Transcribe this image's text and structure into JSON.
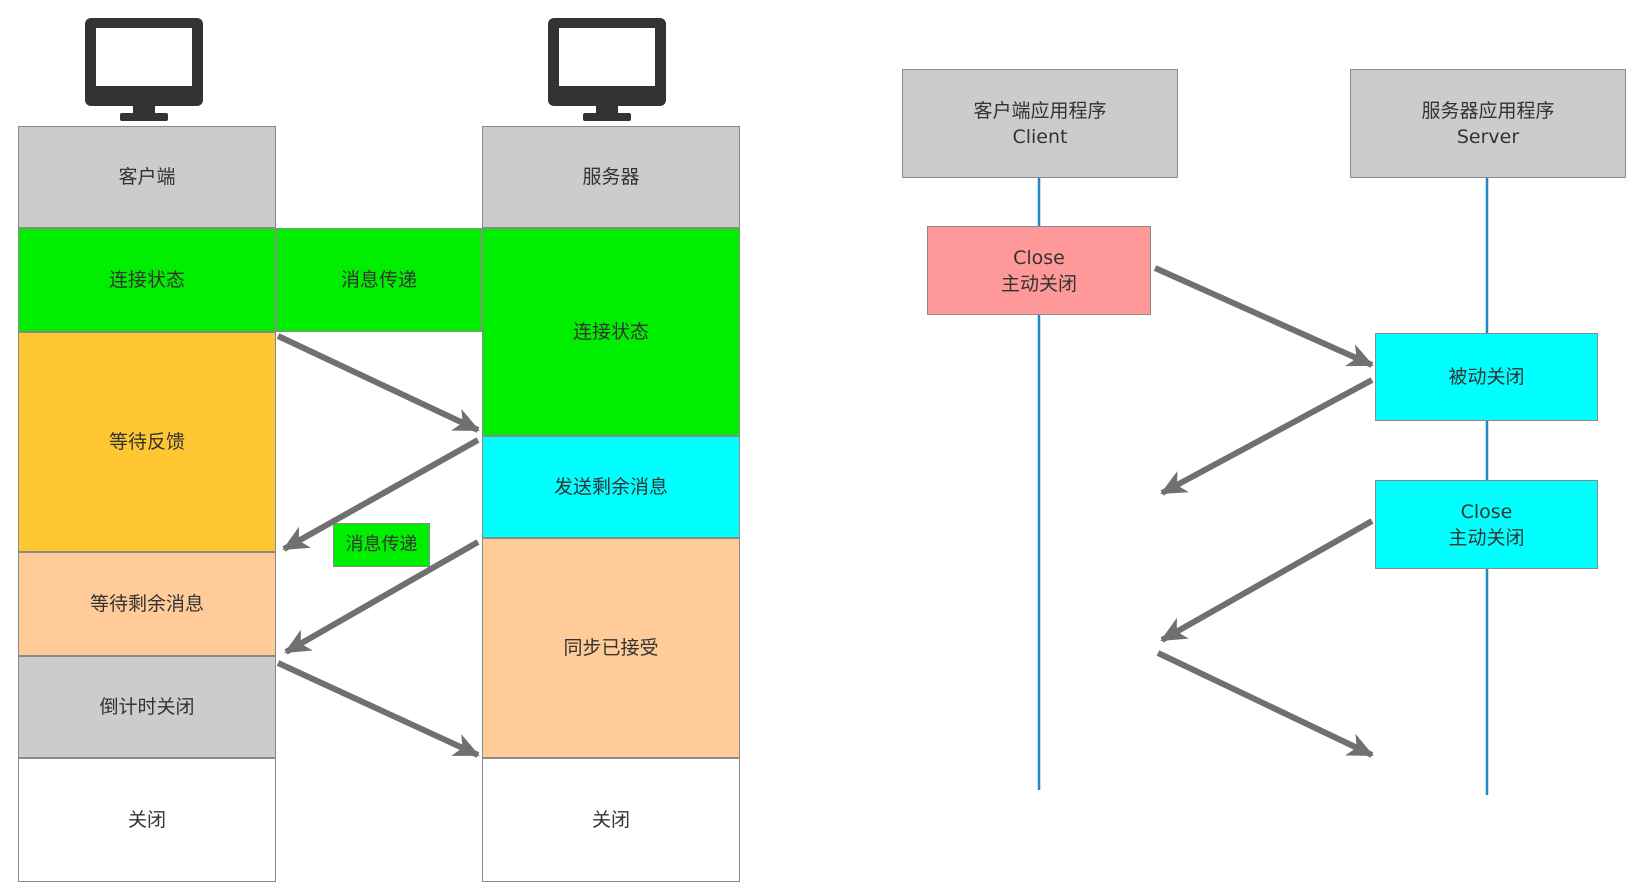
{
  "left_diagram": {
    "client": {
      "header": "客户端",
      "states": [
        "连接状态",
        "等待反馈",
        "等待剩余消息",
        "倒计时关闭",
        "关闭"
      ]
    },
    "server": {
      "header": "服务器",
      "states": [
        "连接状态",
        "发送剩余消息",
        "同步已接受",
        "关闭"
      ]
    },
    "message_label_top": "消息传递",
    "message_label_mid": "消息传递"
  },
  "right_diagram": {
    "client_header_line1": "客户端应用程序",
    "client_header_line2": "Client",
    "server_header_line1": "服务器应用程序",
    "server_header_line2": "Server",
    "client_close_line1": "Close",
    "client_close_line2": "主动关闭",
    "server_passive_close": "被动关闭",
    "server_close_line1": "Close",
    "server_close_line2": "主动关闭"
  },
  "colors": {
    "gray": "#cccccc",
    "green": "#00ee00",
    "orange": "#ffc832",
    "peach": "#ffcc99",
    "cyan": "#00ffff",
    "pink": "#ff9999",
    "arrow": "#707070",
    "lifeline": "#1e88c8",
    "monitor": "#333333"
  },
  "icons": [
    "monitor-icon",
    "monitor-icon"
  ]
}
